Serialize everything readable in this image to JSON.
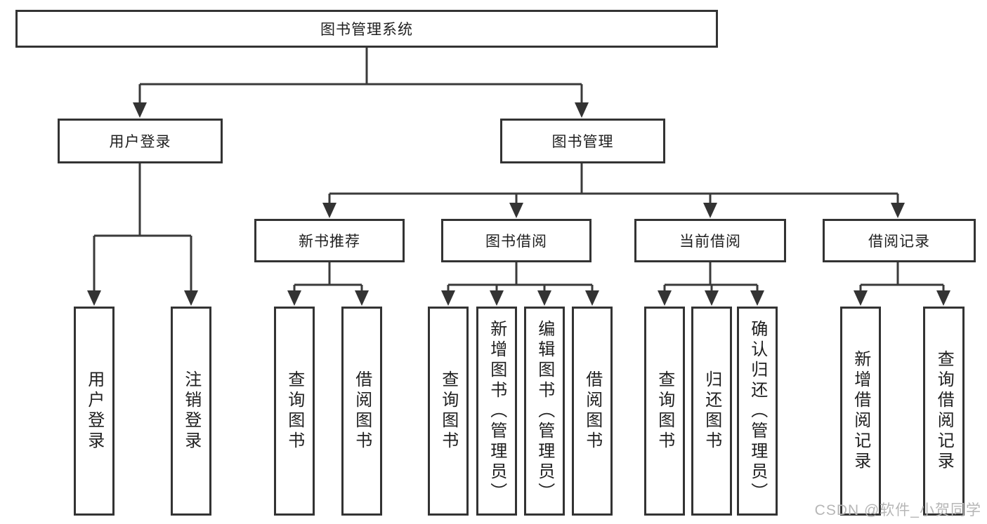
{
  "diagram": {
    "title": "图书管理系统",
    "level2": [
      {
        "label": "用户登录"
      },
      {
        "label": "图书管理"
      }
    ],
    "level3": [
      {
        "label": "新书推荐"
      },
      {
        "label": "图书借阅"
      },
      {
        "label": "当前借阅"
      },
      {
        "label": "借阅记录"
      }
    ],
    "groups": [
      {
        "parent": "用户登录",
        "children": [
          "用户登录",
          "注销登录"
        ]
      },
      {
        "parent": "新书推荐",
        "children": [
          "查询图书",
          "借阅图书"
        ]
      },
      {
        "parent": "图书借阅",
        "children": [
          "查询图书",
          "新增图书（管理员）",
          "编辑图书（管理员）",
          "借阅图书"
        ]
      },
      {
        "parent": "当前借阅",
        "children": [
          "查询图书",
          "归还图书",
          "确认归还（管理员）"
        ]
      },
      {
        "parent": "借阅记录",
        "children": [
          "新增借阅记录",
          "查询借阅记录"
        ]
      }
    ]
  },
  "watermark": "CSDN @软件_小贺同学",
  "colors": {
    "line": "#3a3a3a",
    "border": "#333333",
    "text": "#1f1f1f",
    "watermark": "#b6b6b6",
    "background": "#ffffff"
  }
}
